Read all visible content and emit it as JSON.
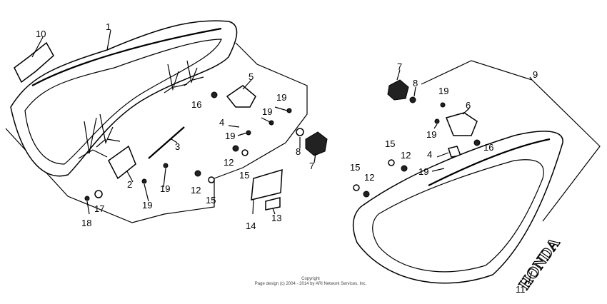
{
  "diagram": {
    "callouts": [
      "10",
      "1",
      "5",
      "16",
      "19",
      "19",
      "4",
      "19",
      "3",
      "12",
      "15",
      "8",
      "7",
      "2",
      "19",
      "19",
      "12",
      "15",
      "18",
      "17",
      "14",
      "13",
      "7",
      "8",
      "9",
      "19",
      "6",
      "19",
      "15",
      "12",
      "4",
      "16",
      "19",
      "15",
      "12",
      "11"
    ],
    "emblem_text": "HONDA"
  },
  "footer": {
    "line1": "Copyright",
    "line2": "Page design (c) 2004 - 2014 by ARI Network Services, Inc."
  }
}
